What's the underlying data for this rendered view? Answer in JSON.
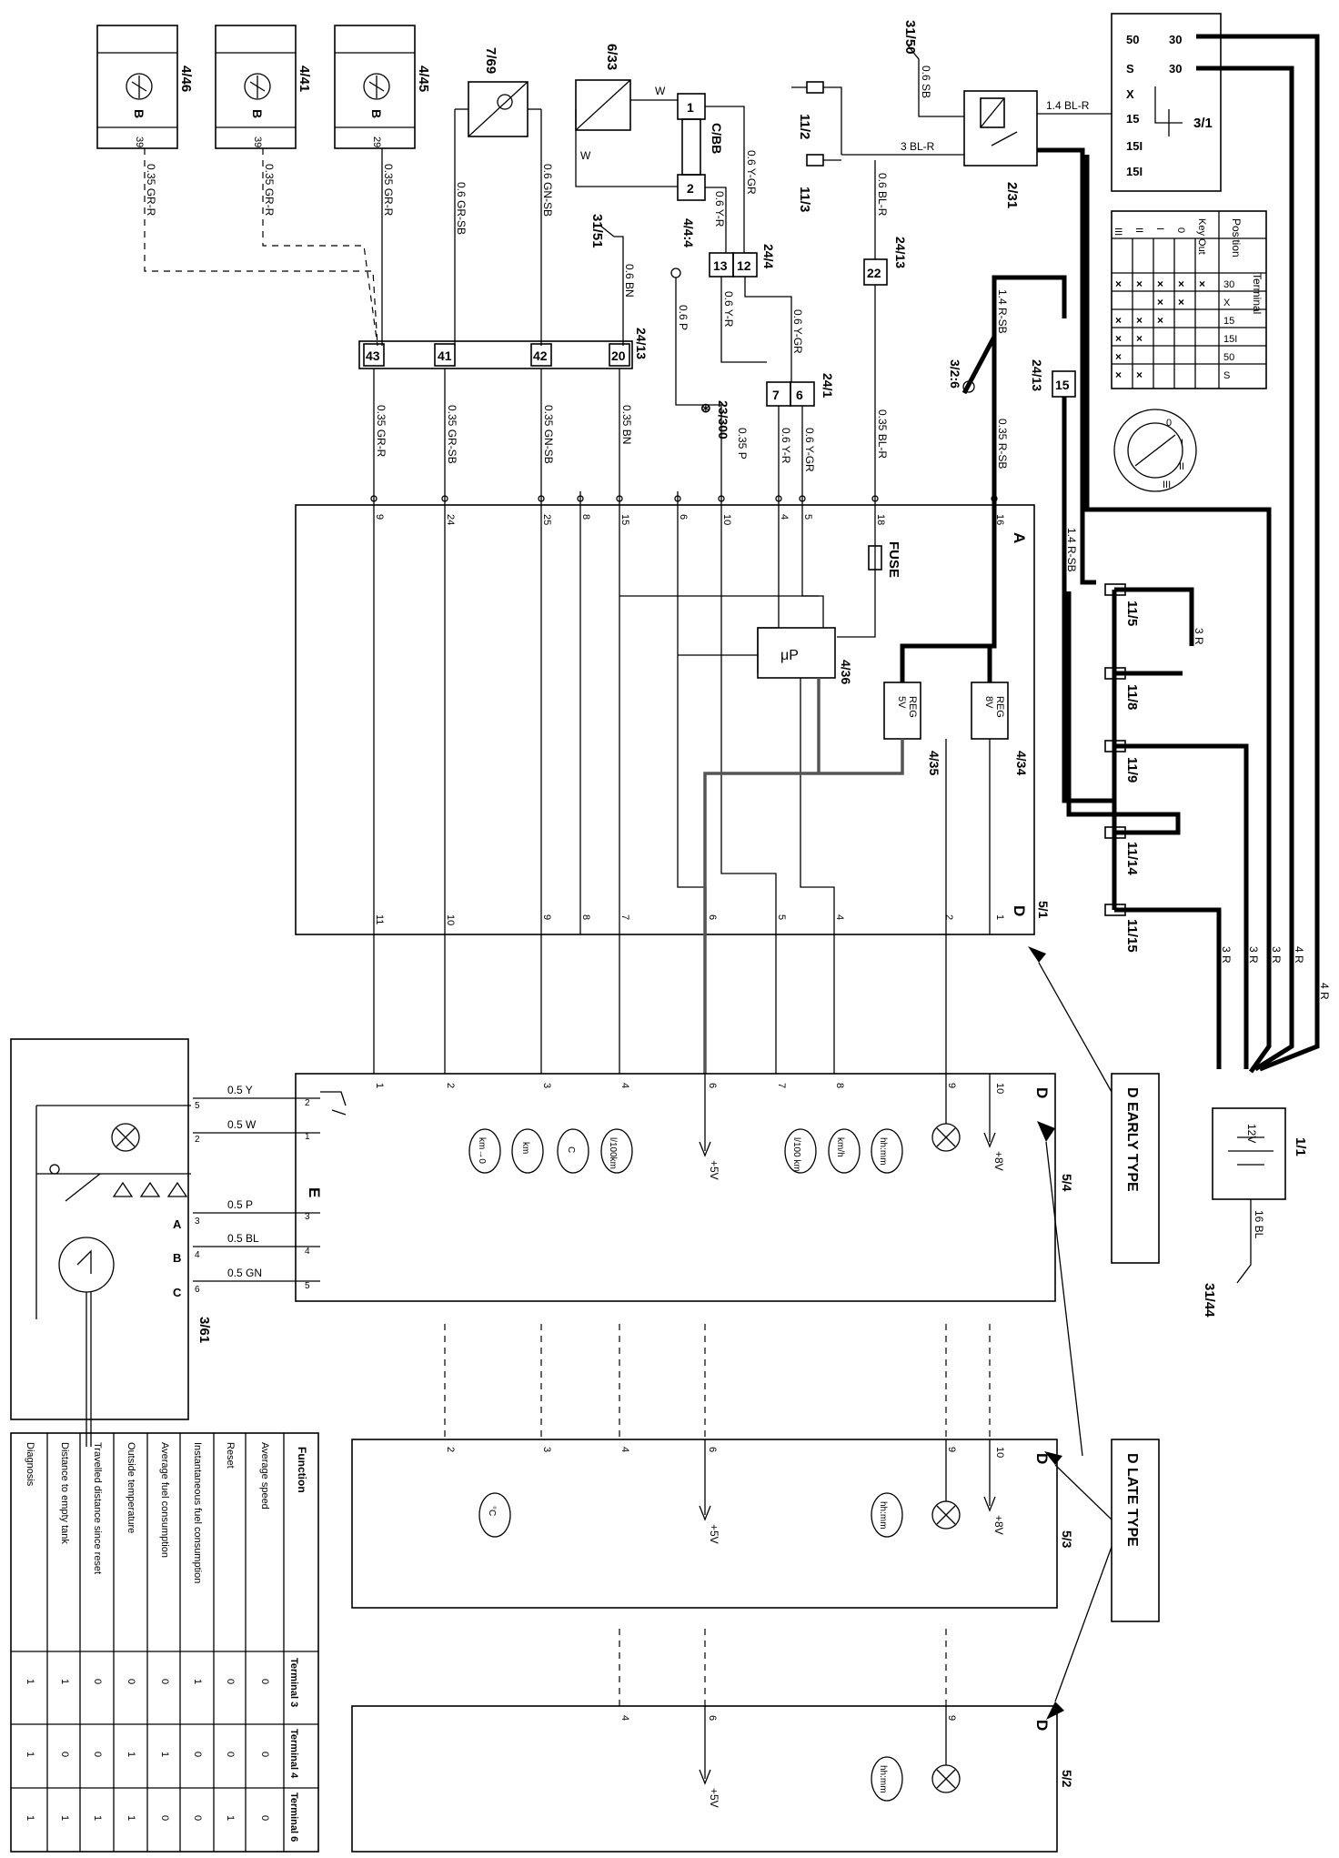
{
  "components": {
    "lamp_446": "4/46",
    "lamp_441": "4/41",
    "lamp_445": "4/45",
    "lamp_pin_b": "B",
    "lamp_pin_39": "39",
    "lamp_pin_29": "29",
    "sensor_769": "7/69",
    "sensor_633": "6/33",
    "cbb": "C/BB",
    "fuse_112": "11/2",
    "fuse_113": "11/3",
    "ground_3150": "31/50",
    "ground_3151": "31/51",
    "ground_3144": "31/44",
    "relay_231": "2/31",
    "ignition_31": "3/1",
    "conn_444": "4/4:4",
    "conn_244": "24/4",
    "conn_2413": "24/13",
    "conn_241": "24/1",
    "splice_326": "3/2:6",
    "splice_23300": "23/300",
    "fuse_115": "11/5",
    "fuse_118": "11/8",
    "fuse_119": "11/9",
    "fuse_1114": "11/14",
    "fuse_1115": "11/15",
    "micro_436": "4/36",
    "reg_435": "4/35",
    "reg_434": "4/34",
    "reg_5v_a": "5V",
    "reg_5v_b": "REG",
    "reg_8v_a": "8V",
    "reg_8v_b": "REG",
    "micro_label": "μP",
    "fuse_label": "FUSE",
    "module_51": "5/1",
    "module_54": "5/4",
    "module_53": "5/3",
    "module_52": "5/2",
    "battery_11": "1/1",
    "battery_12v": "12V",
    "switch_361": "3/61",
    "conn_a": "A",
    "conn_d": "D",
    "conn_e": "E",
    "pin_b": "B",
    "pin_c": "C",
    "early_type": "D  EARLY TYPE",
    "late_type": "D  LATE TYPE",
    "plus_5v": "+5V",
    "plus_8v": "+8V"
  },
  "connector_pins": {
    "c2413_43": "43",
    "c2413_41": "41",
    "c2413_42": "42",
    "c2413_20": "20",
    "c2413_22": "22",
    "c2413_15": "15",
    "c244_13": "13",
    "c244_12": "12",
    "c241_7": "7",
    "c241_6": "6",
    "cbb_1": "1",
    "cbb_2": "2"
  },
  "wires": {
    "w_035_gr_r": "0.35 GR-R",
    "w_035_gr_sb": "0.35 GR-SB",
    "w_035_gn_sb": "0.35 GN-SB",
    "w_035_bn": "0.35 BN",
    "w_035_p": "0.35 P",
    "w_06_y_r": "0.6 Y-R",
    "w_06_y_gr": "0.6 Y-GR",
    "w_035_bl_r": "0.35 BL-R",
    "w_035_r_sb": "0.35 R-SB",
    "w_06_gr_sb": "0.6 GR-SB",
    "w_06_gn_sb": "0.6 GN-SB",
    "w_06_bn": "0.6 BN",
    "w_06_p": "0.6 P",
    "w_06_bl_r": "0.6 BL-R",
    "w_06_sb": "0.6 SB",
    "w_14_bl_r": "1.4 BL-R",
    "w_3_bl_r": "3 BL-R",
    "w_14_r_sb": "1.4 R-SB",
    "w_3_r": "3 R",
    "w_4_r": "4 R",
    "w_16_bl": "16 BL",
    "w_05_y": "0.5 Y",
    "w_05_w": "0.5 W",
    "w_05_p": "0.5 P",
    "w_05_bl": "0.5 BL",
    "w_05_gn": "0.5 GN",
    "w_w": "W"
  },
  "ignition_terminals": [
    "50",
    "30",
    "S",
    "30",
    "X",
    "15",
    "15I",
    "15I"
  ],
  "key_table": {
    "header_position": "Position",
    "header_keyout": "Key Out",
    "header_terminal": "Terminal",
    "positions": [
      "0",
      "I",
      "II",
      "III"
    ],
    "terminals": [
      "30",
      "X",
      "15",
      "15I",
      "50",
      "S"
    ]
  },
  "display_symbols": [
    "hh:mm",
    "km/h",
    "l/100 km",
    "l/100km",
    "C",
    "km",
    "km→0",
    "°C"
  ],
  "function_table": {
    "header_function": "Function",
    "header_t3": "Terminal 3",
    "header_t4": "Terminal 4",
    "header_t6": "Terminal 6",
    "rows": [
      {
        "function": "Average speed",
        "t3": "0",
        "t4": "0",
        "t6": "0"
      },
      {
        "function": "Reset",
        "t3": "0",
        "t4": "0",
        "t6": "1"
      },
      {
        "function": "Instantaneous fuel consumption",
        "t3": "1",
        "t4": "0",
        "t6": "0"
      },
      {
        "function": "Average fuel consumption",
        "t3": "0",
        "t4": "1",
        "t6": "0"
      },
      {
        "function": "Outside temperature",
        "t3": "0",
        "t4": "1",
        "t6": "1"
      },
      {
        "function": "Travelled distance since reset",
        "t3": "0",
        "t4": "0",
        "t6": "1"
      },
      {
        "function": "Distance to empty tank",
        "t3": "1",
        "t4": "0",
        "t6": "1"
      },
      {
        "function": "Diagnosis",
        "t3": "1",
        "t4": "1",
        "t6": "1"
      }
    ]
  }
}
